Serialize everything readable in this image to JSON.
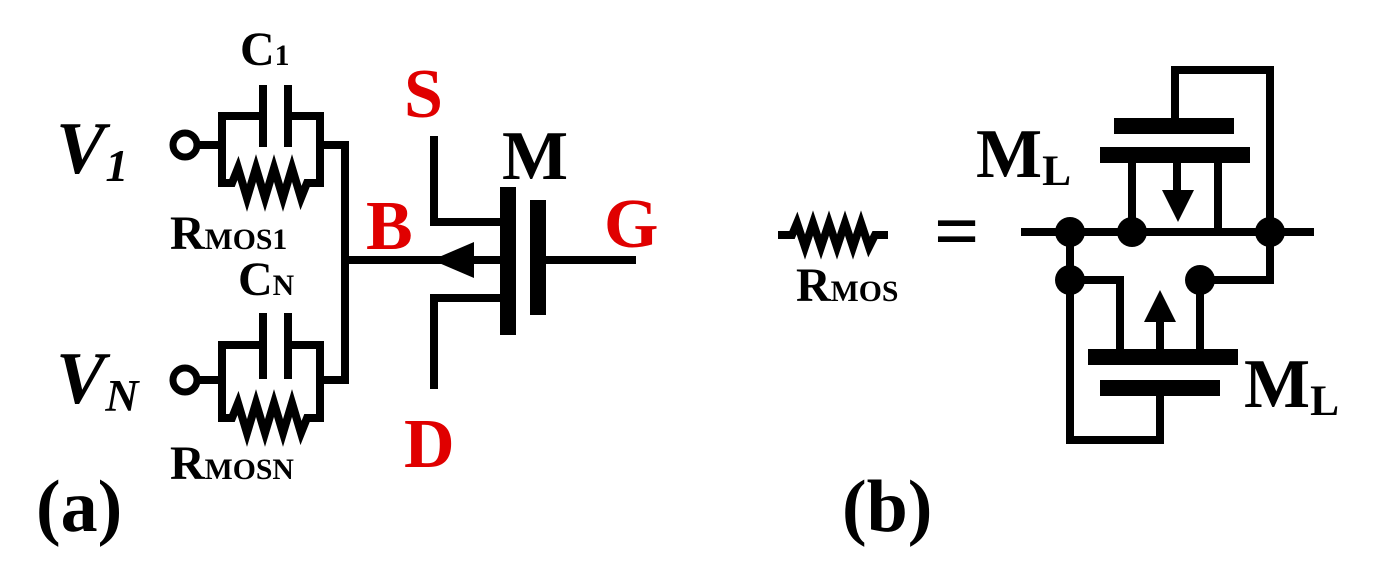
{
  "panel_a": {
    "panel_label": "(a)",
    "input_1": {
      "main": "V",
      "sub": "1"
    },
    "input_n": {
      "main": "V",
      "sub": "N"
    },
    "cap_1": {
      "main": "C",
      "sub": "1"
    },
    "cap_n": {
      "main": "C",
      "sub": "N"
    },
    "res_1": {
      "main": "R",
      "sub": "MOS1"
    },
    "res_n": {
      "main": "R",
      "sub": "MOSN"
    },
    "transistor": "M",
    "terminals": {
      "source": "S",
      "bulk": "B",
      "gate": "G",
      "drain": "D"
    }
  },
  "panel_b": {
    "panel_label": "(b)",
    "res": {
      "main": "R",
      "sub": "MOS"
    },
    "equals": "=",
    "device_top": {
      "main": "M",
      "sub": "L"
    },
    "device_bottom": {
      "main": "M",
      "sub": "L"
    }
  },
  "colors": {
    "ink": "#000000",
    "terminal": "#e00000"
  }
}
